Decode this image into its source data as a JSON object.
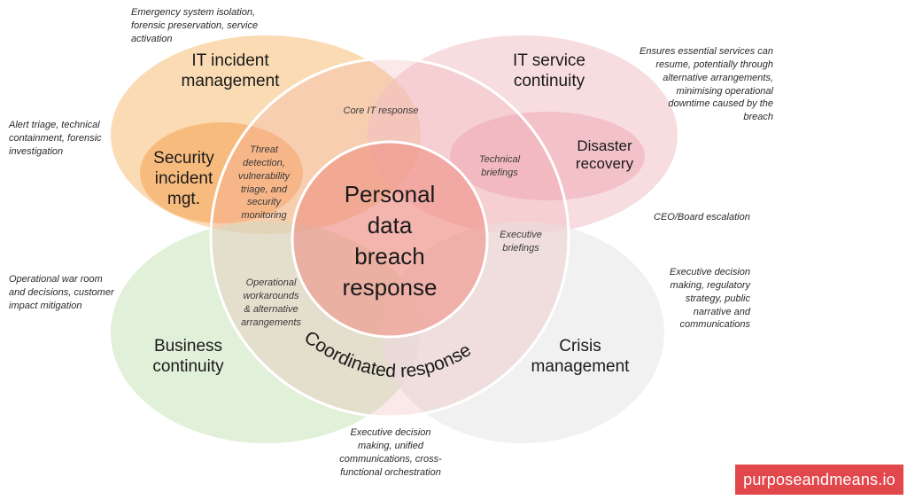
{
  "colors": {
    "it_incident": "#f8c88a",
    "it_service": "#f3c6cc",
    "business_continuity": "#cfe8c5",
    "crisis_management": "#ececec",
    "security_incident": "#f6ae68",
    "disaster_recovery": "#efb2bb",
    "coordinated": "#f0a6a6",
    "core": "#ee8a7d",
    "brand": "#e2474b"
  },
  "circles": {
    "it_incident": "IT incident\nmanagement",
    "it_service": "IT service\ncontinuity",
    "business_continuity": "Business\ncontinuity",
    "crisis_management": "Crisis\nmanagement",
    "security_incident": "Security\nincident\nmgt.",
    "disaster_recovery": "Disaster\nrecovery",
    "center": "Personal\ndata\nbreach\nresponse",
    "coordinated": "Coordinated response"
  },
  "inner_notes": {
    "core_it": "Core IT response",
    "threat": "Threat\ndetection,\nvulnerability\ntriage, and\nsecurity\nmonitoring",
    "technical": "Technical\nbriefings",
    "executive": "Executive\nbriefings",
    "operational": "Operational\nworkarounds\n& alternative\narrangements"
  },
  "outer_notes": {
    "emergency": "Emergency system isolation,\nforensic preservation, service\nactivation",
    "alert": "Alert triage, technical\ncontainment, forensic\ninvestigation",
    "ensures": "Ensures essential services can\nresume, potentially through\nalternative arrangements,\nminimising operational\ndowntime caused by the\nbreach",
    "ceo": "CEO/Board escalation",
    "war_room": "Operational war room\nand decisions, customer\nimpact mitigation",
    "exec_decision": "Executive decision\nmaking, regulatory\nstrategy, public\nnarrative and\ncommunications",
    "exec_unified": "Executive decision\nmaking, unified\ncommunications, cross-\nfunctional orchestration"
  },
  "brand": "purposeandmeans.io"
}
